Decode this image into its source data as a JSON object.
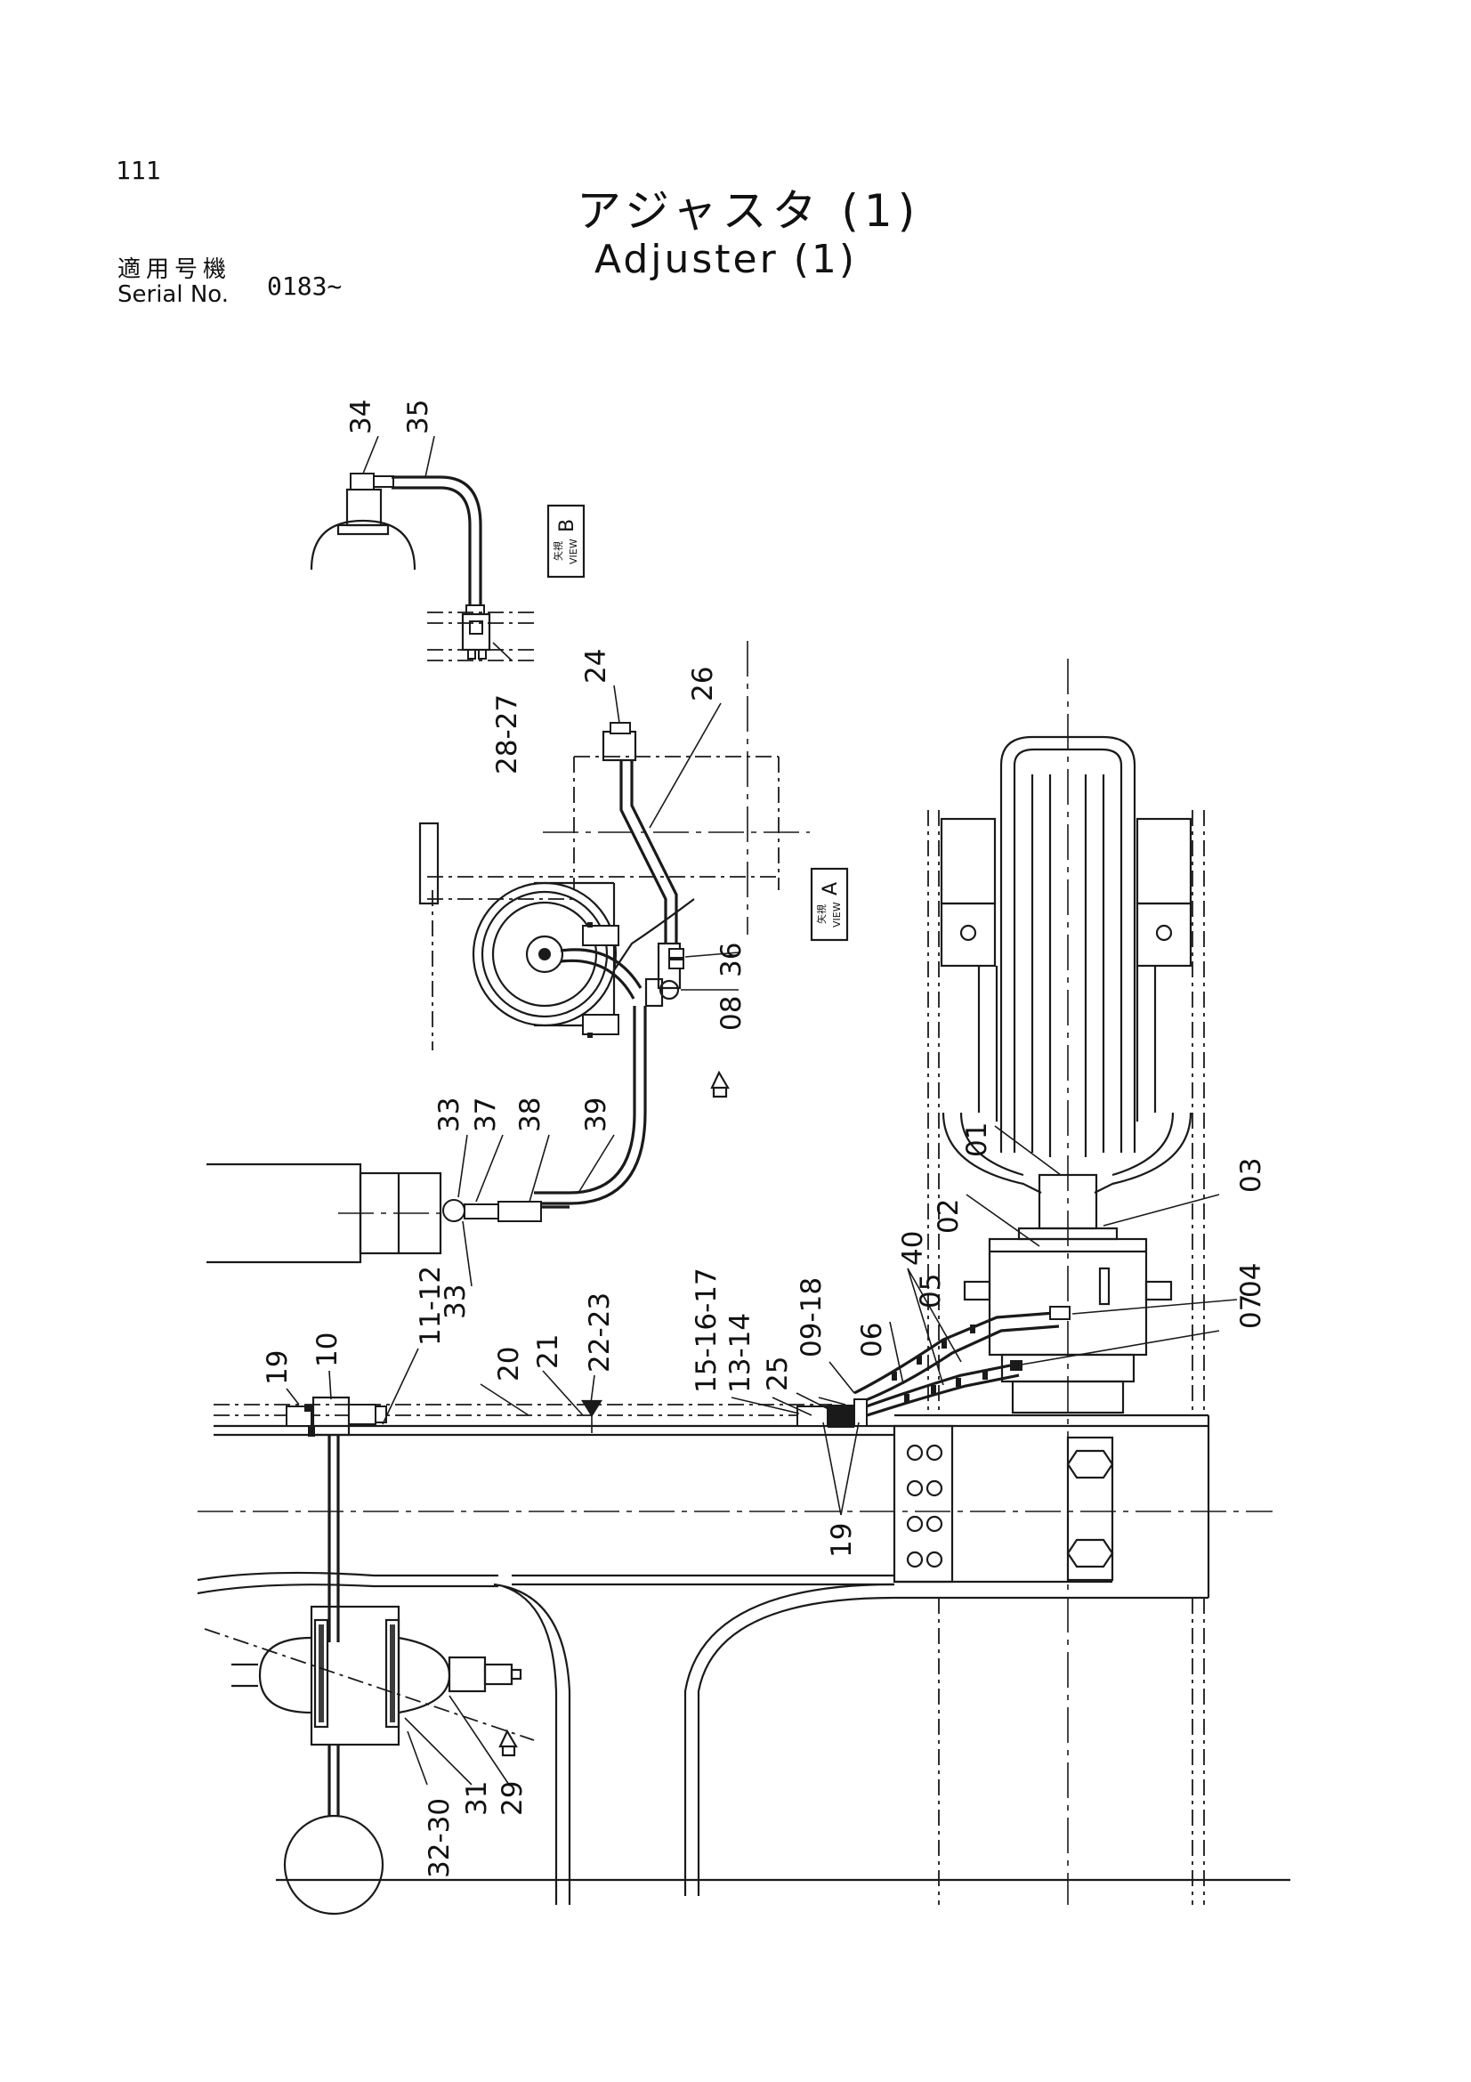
{
  "header": {
    "page_number": "111",
    "title_jp": "アジャスタ (1)",
    "title_en": "Adjuster (1)",
    "serial_label_jp": "適用号機",
    "serial_label_en": "Serial No.",
    "serial_value": "0183~"
  },
  "views": {
    "view_a": {
      "jp": "矢視",
      "en": "VIEW",
      "letter": "A"
    },
    "view_b": {
      "jp": "矢視",
      "en": "VIEW",
      "letter": "B"
    }
  },
  "part_labels": [
    "34",
    "35",
    "28-27",
    "24",
    "26",
    "36",
    "08",
    "33",
    "37",
    "38",
    "39",
    "33",
    "01",
    "02",
    "03",
    "04",
    "05",
    "06",
    "07",
    "40",
    "09-18",
    "25",
    "13-14",
    "15-16-17",
    "22-23",
    "21",
    "20",
    "11-12",
    "10",
    "19",
    "19",
    "32-30",
    "31",
    "29"
  ]
}
